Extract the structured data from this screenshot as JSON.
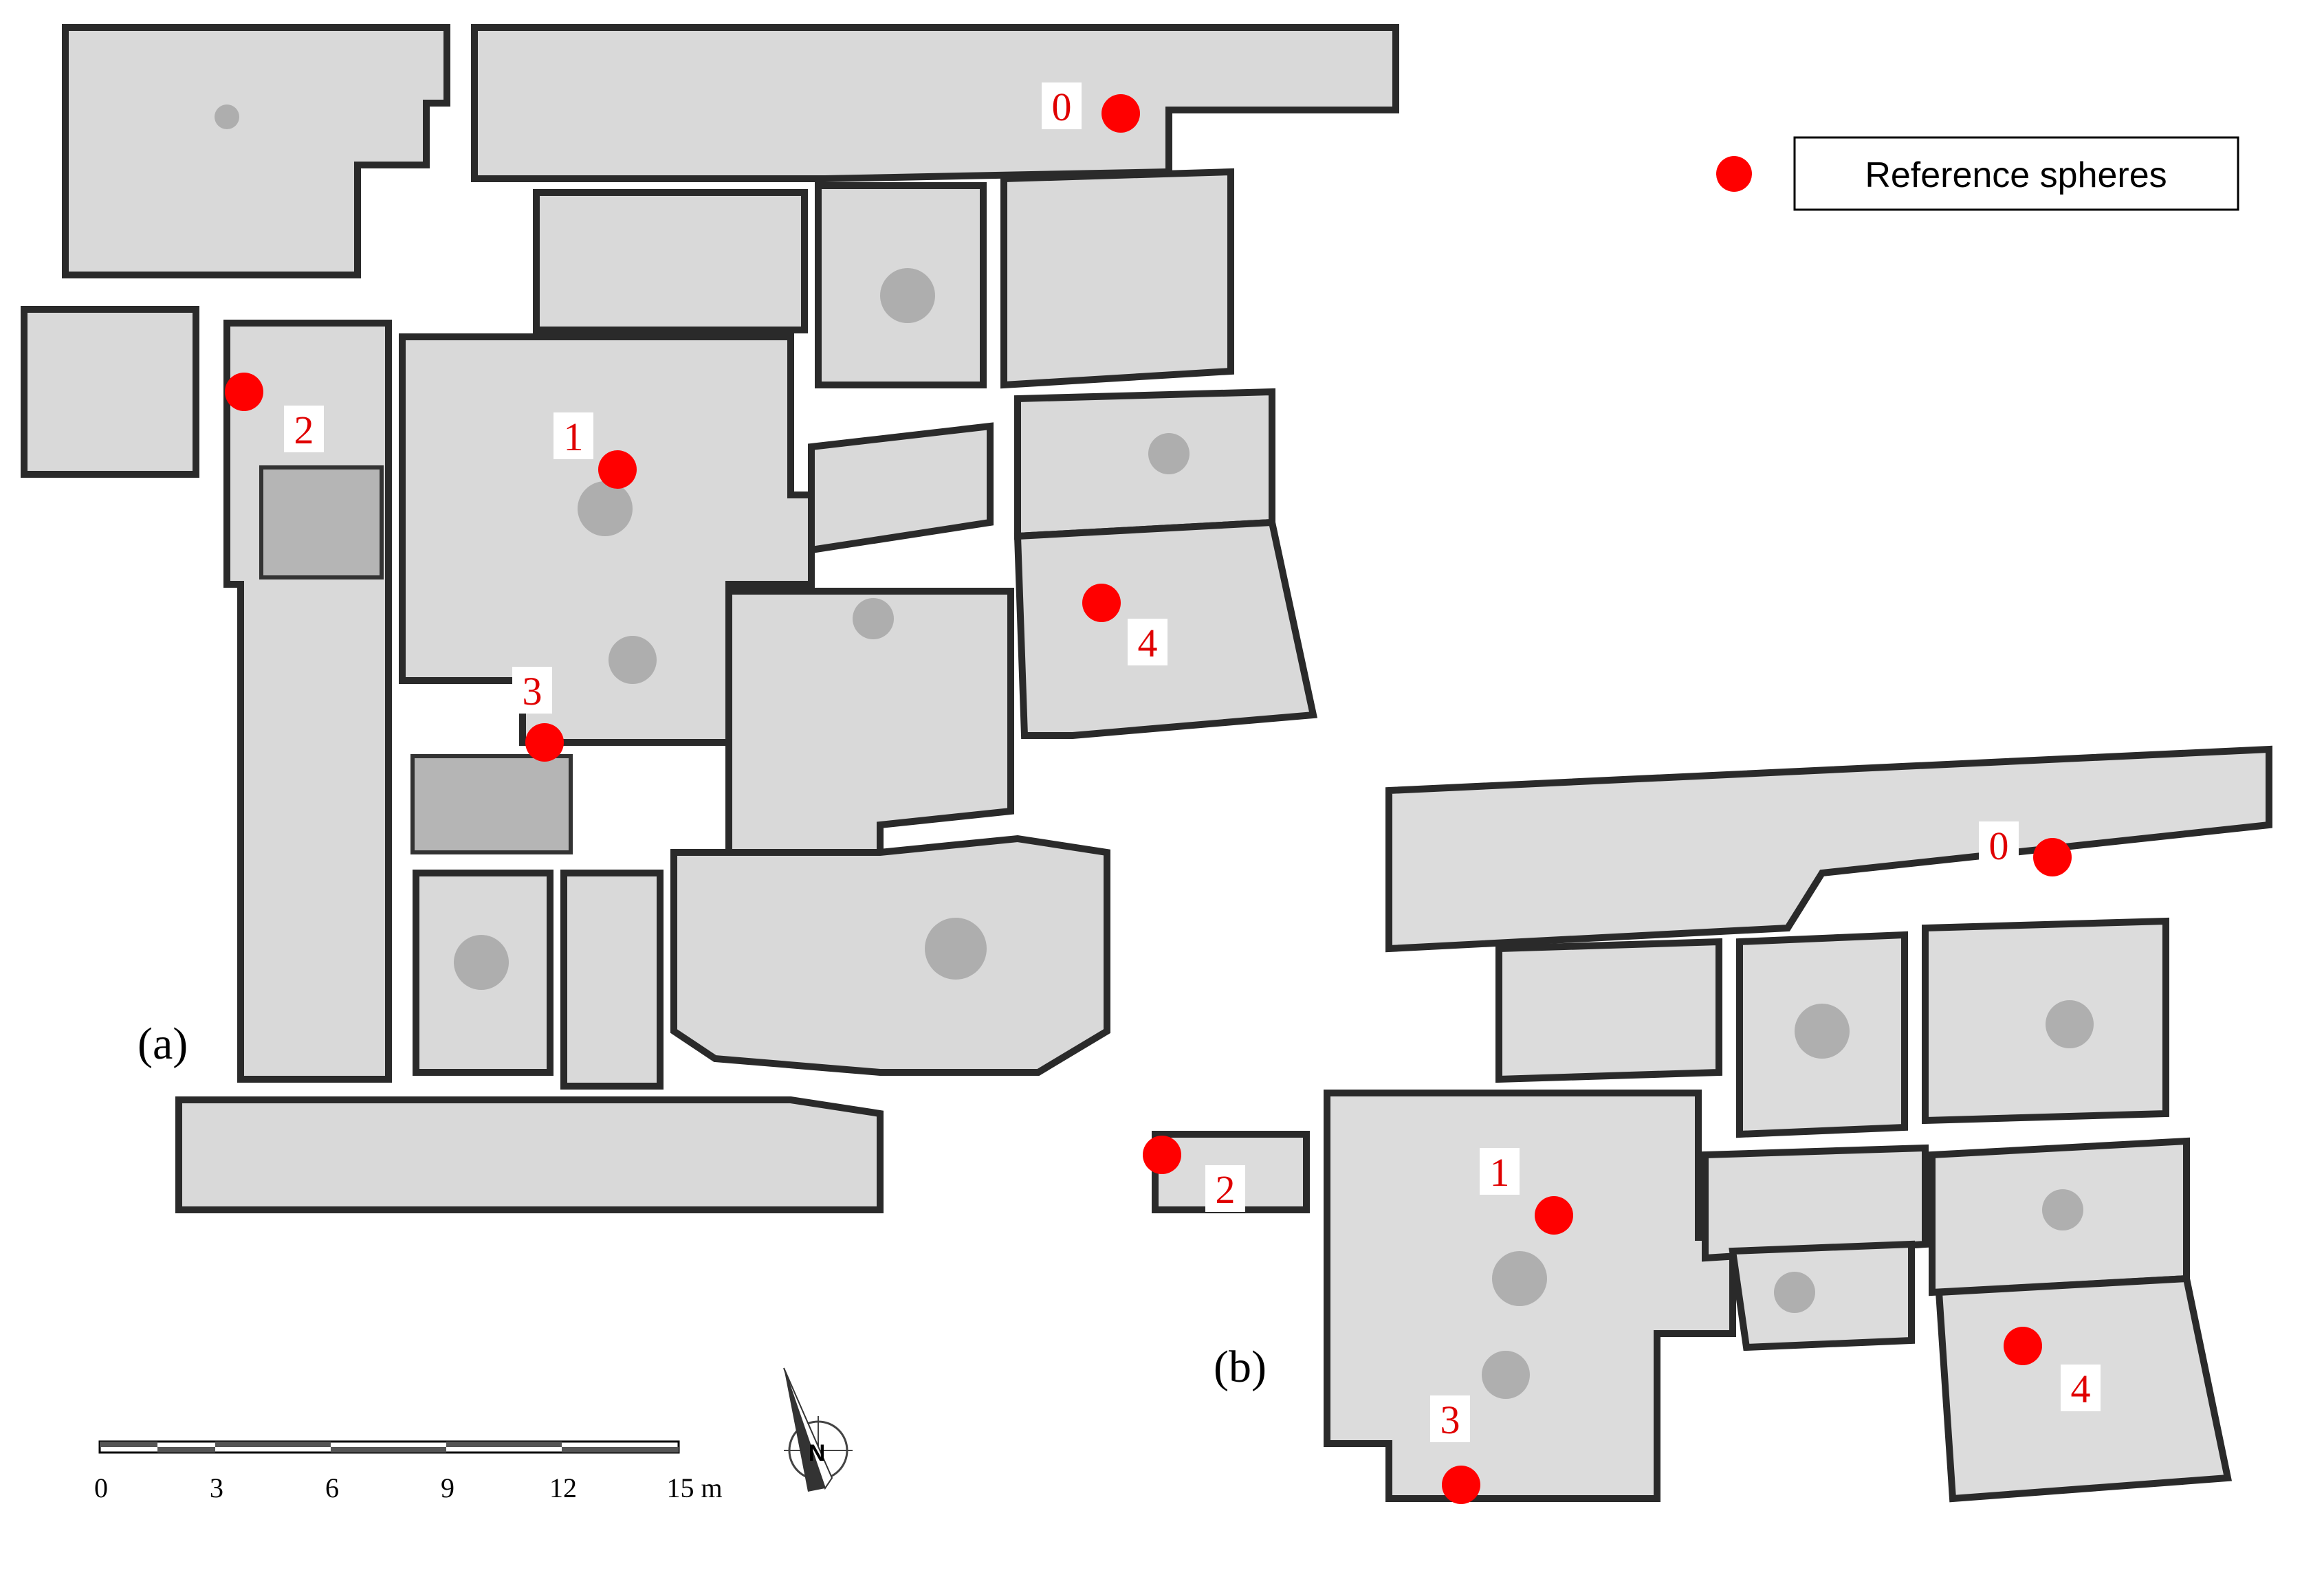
{
  "legend": {
    "label": "Reference spheres",
    "marker_color": "#ff0000"
  },
  "panels": {
    "a": {
      "label": "(a)"
    },
    "b": {
      "label": "(b)"
    }
  },
  "spheres_a": [
    "0",
    "1",
    "2",
    "3",
    "4"
  ],
  "spheres_b": [
    "0",
    "1",
    "2",
    "3",
    "4"
  ],
  "scale_bar": {
    "ticks": [
      "0",
      "3",
      "6",
      "9",
      "12",
      "15 m"
    ],
    "unit": "m"
  },
  "north_arrow": {
    "icon": "north-arrow-icon",
    "letter": "N"
  },
  "colors": {
    "sphere": "#ff0000",
    "floor": "#d9d9d9",
    "wall": "#2a2a2a"
  }
}
